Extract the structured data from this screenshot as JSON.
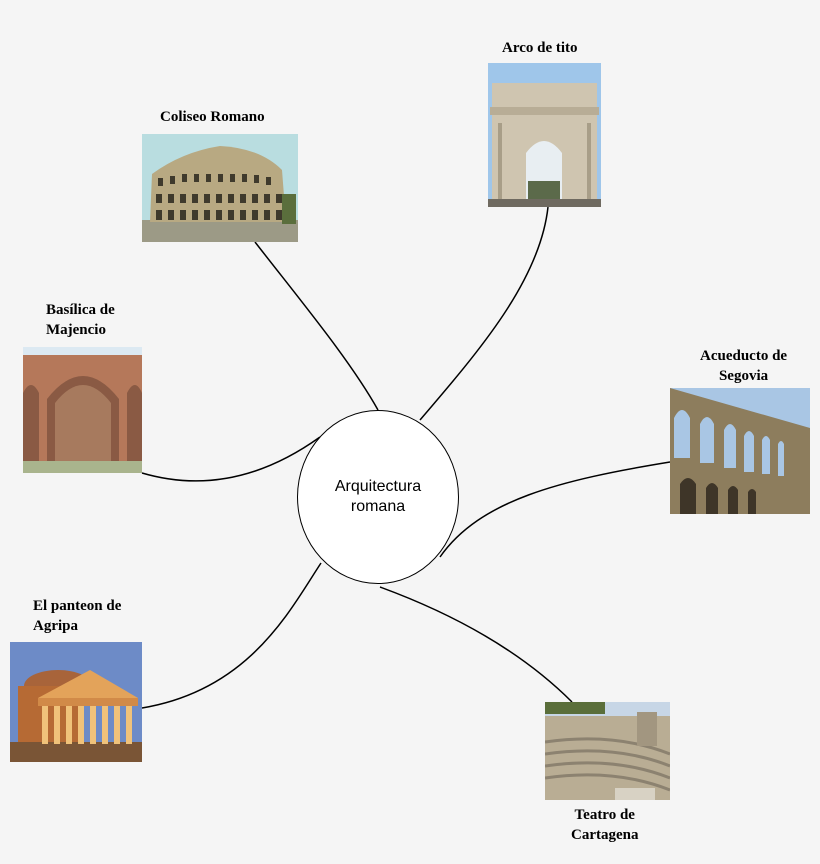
{
  "center": {
    "label": "Arquitectura\nromana"
  },
  "nodes": [
    {
      "label": "Coliseo Romano",
      "image": "colosseum-photo"
    },
    {
      "label": "Arco de tito",
      "image": "arch-of-titus-photo"
    },
    {
      "label": "Basílica de\nMajencio",
      "image": "basilica-photo"
    },
    {
      "label": "Acueducto de\nSegovia",
      "image": "aqueduct-photo"
    },
    {
      "label": "El panteon de\nAgripa",
      "image": "pantheon-photo"
    },
    {
      "label": "Teatro de\nCartagena",
      "image": "theatre-photo"
    }
  ],
  "colors": {
    "background": "#f5f5f5",
    "line": "#000000",
    "hub_fill": "#ffffff"
  }
}
